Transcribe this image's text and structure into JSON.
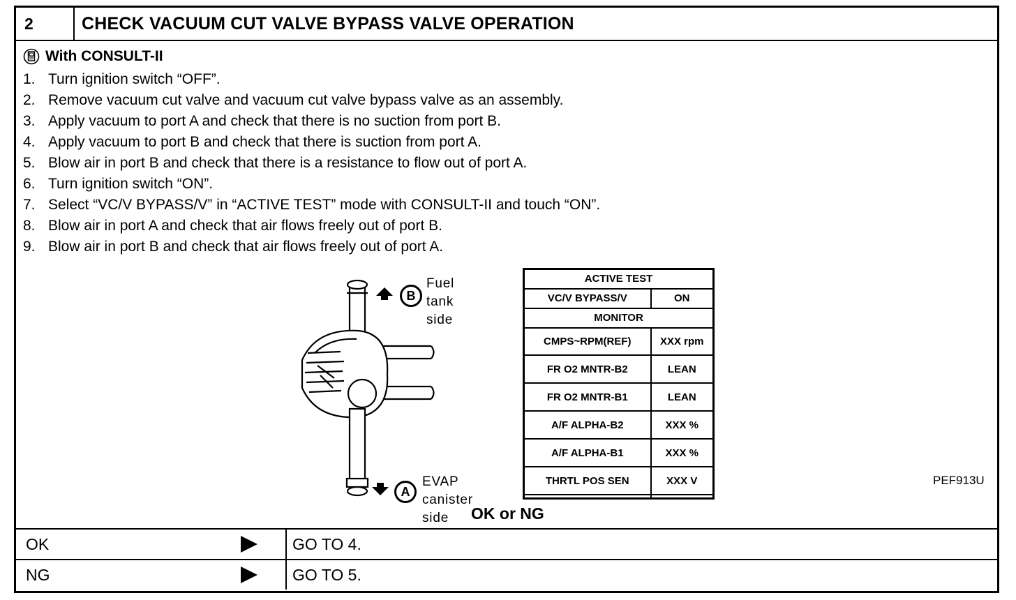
{
  "header": {
    "step_number": "2",
    "title": "CHECK VACUUM CUT VALVE BYPASS VALVE OPERATION"
  },
  "consult": {
    "icon": "consult-tool-icon",
    "label": "With CONSULT-II"
  },
  "steps": [
    {
      "num": "1.",
      "text": "Turn ignition switch “OFF”."
    },
    {
      "num": "2.",
      "text": "Remove vacuum cut valve and vacuum cut valve bypass valve as an assembly."
    },
    {
      "num": "3.",
      "text": "Apply vacuum to port A and check that there is no suction from port B."
    },
    {
      "num": "4.",
      "text": "Apply vacuum to port B and check that there is suction from port A."
    },
    {
      "num": "5.",
      "text": "Blow air in port B and check that there is a resistance to flow out of port A."
    },
    {
      "num": "6.",
      "text": "Turn ignition switch “ON”."
    },
    {
      "num": "7.",
      "text": "Select “VC/V BYPASS/V” in “ACTIVE TEST” mode with CONSULT-II and touch “ON”."
    },
    {
      "num": "8.",
      "text": "Blow air in port A and check that air flows freely out of port B."
    },
    {
      "num": "9.",
      "text": "Blow air in port B and check that air flows freely out of port A."
    }
  ],
  "figure": {
    "port_b": {
      "letter": "B",
      "label_line1": "Fuel tank",
      "label_line2": "side"
    },
    "port_a": {
      "letter": "A",
      "label_line1": "EVAP canister",
      "label_line2": "side"
    },
    "code": "PEF913U"
  },
  "active_test": {
    "title": "ACTIVE TEST",
    "item": "VC/V BYPASS/V",
    "item_value": "ON",
    "monitor_title": "MONITOR",
    "rows": [
      {
        "name": "CMPS~RPM(REF)",
        "value": "XXX rpm"
      },
      {
        "name": "FR O2 MNTR-B2",
        "value": "LEAN"
      },
      {
        "name": "FR O2 MNTR-B1",
        "value": "LEAN"
      },
      {
        "name": "A/F ALPHA-B2",
        "value": "XXX %"
      },
      {
        "name": "A/F ALPHA-B1",
        "value": "XXX %"
      },
      {
        "name": "THRTL POS SEN",
        "value": "XXX V"
      },
      {
        "name": "",
        "value": ""
      }
    ]
  },
  "question": "OK or NG",
  "results": [
    {
      "key": "OK",
      "action": "GO TO 4."
    },
    {
      "key": "NG",
      "action": "GO TO 5."
    }
  ]
}
